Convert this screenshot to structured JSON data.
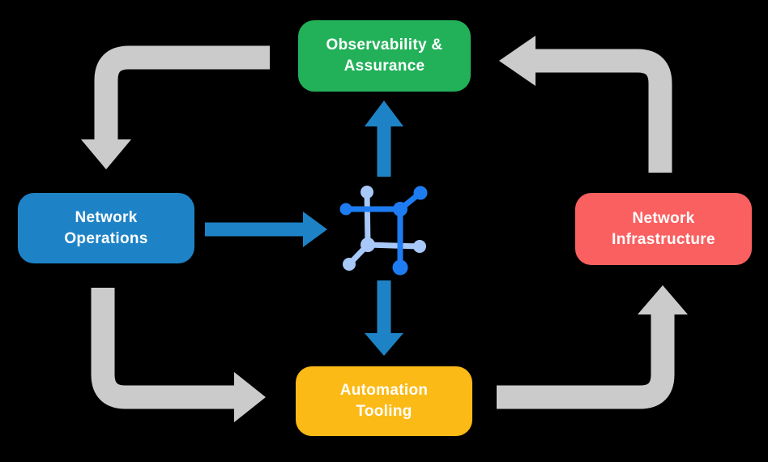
{
  "diagram": {
    "background": "#000000",
    "text_color": "#FFFFFF",
    "nodes": {
      "observability": {
        "line1": "Observability &",
        "line2": "Assurance",
        "color": "#22B159"
      },
      "operations": {
        "line1": "Network",
        "line2": "Operations",
        "color": "#1E83C6"
      },
      "infrastructure": {
        "line1": "Network",
        "line2": "Infrastructure",
        "color": "#FA6060"
      },
      "automation": {
        "line1": "Automation",
        "line2": "Tooling",
        "color": "#FCBA16"
      }
    },
    "arrows": {
      "cycle_color": "#CBCBCB",
      "flow_color": "#1E83C6"
    },
    "center_icon": {
      "name": "network-grid-icon",
      "primary_color": "#1E7CF2",
      "secondary_color": "#A7C8F9"
    },
    "flows": [
      {
        "from": "Observability & Assurance",
        "to": "Network Operations",
        "type": "cycle"
      },
      {
        "from": "Network Operations",
        "to": "Automation Tooling",
        "type": "cycle"
      },
      {
        "from": "Automation Tooling",
        "to": "Network Infrastructure",
        "type": "cycle"
      },
      {
        "from": "Network Infrastructure",
        "to": "Observability & Assurance",
        "type": "cycle"
      },
      {
        "from": "Network Operations",
        "to": "network-grid-icon",
        "type": "flow"
      },
      {
        "from": "network-grid-icon",
        "to": "Observability & Assurance",
        "type": "flow"
      },
      {
        "from": "network-grid-icon",
        "to": "Automation Tooling",
        "type": "flow"
      }
    ]
  }
}
